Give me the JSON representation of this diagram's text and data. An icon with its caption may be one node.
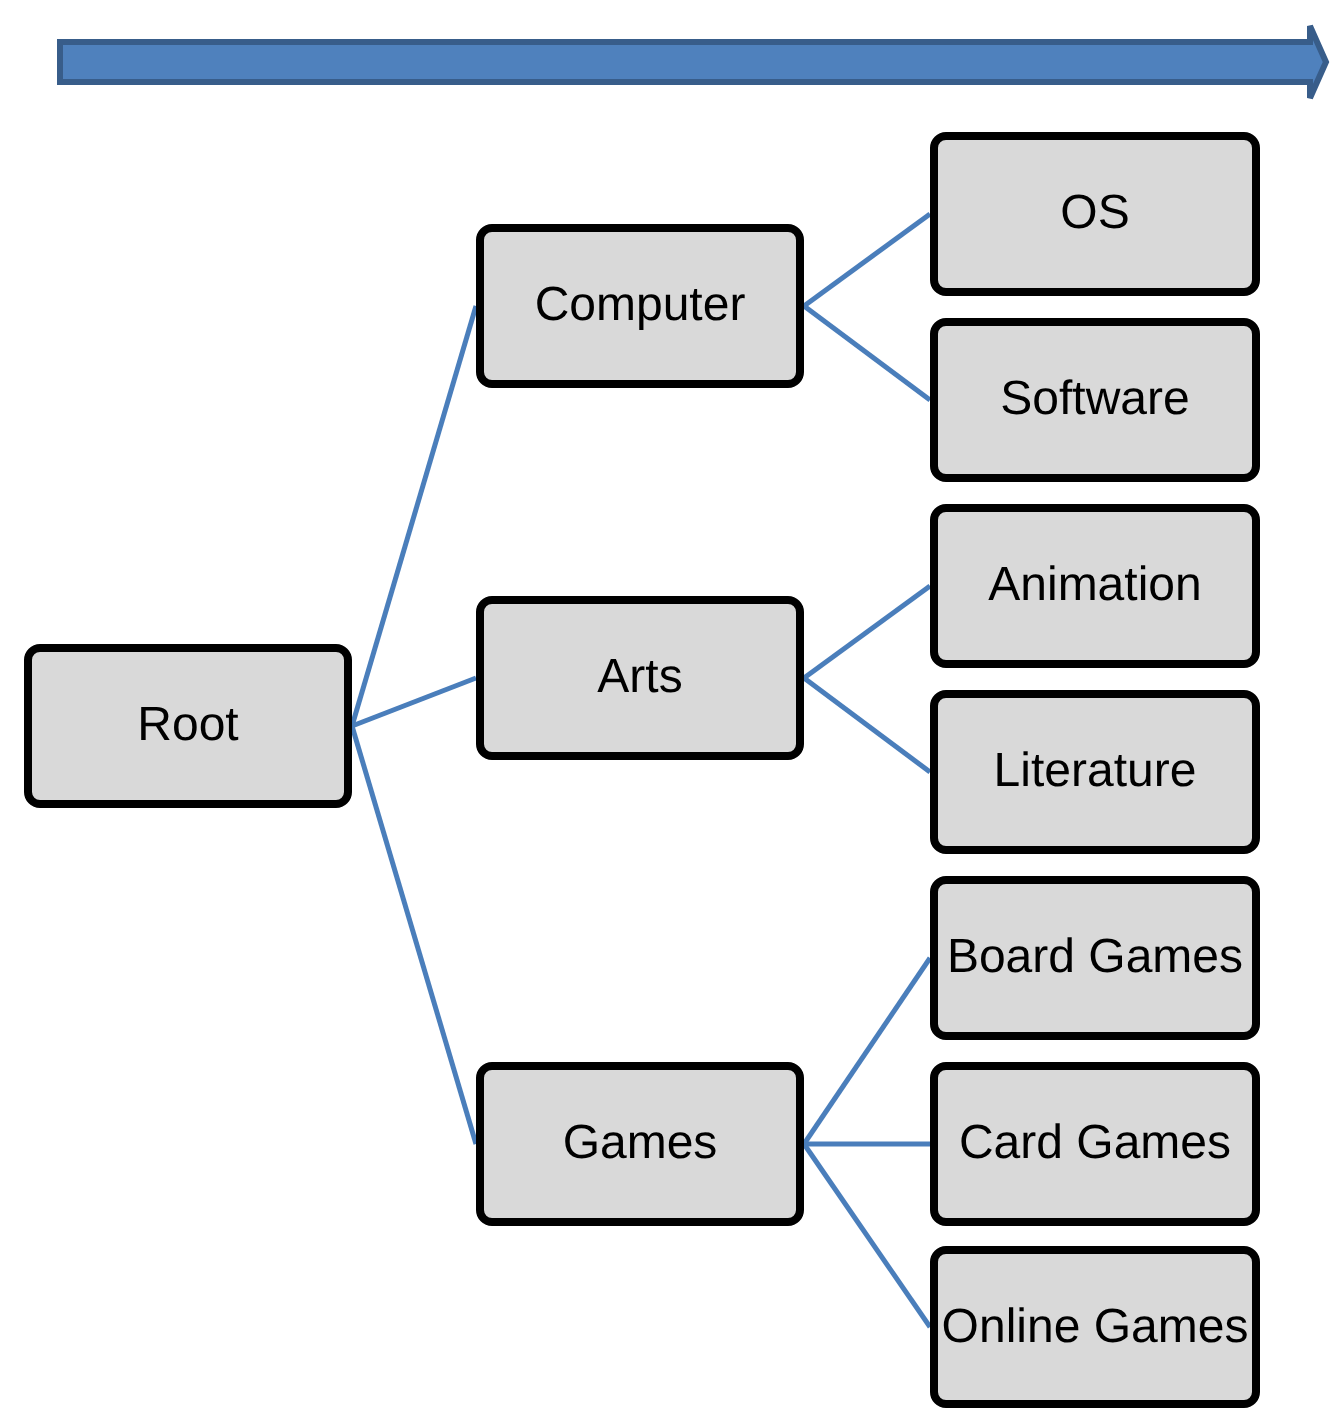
{
  "diagram": {
    "nodes": [
      {
        "text": [
          "Root"
        ]
      },
      {
        "text": [
          "Computer"
        ]
      },
      {
        "text": [
          "Arts"
        ]
      },
      {
        "text": [
          "Games"
        ]
      },
      {
        "text": [
          "OS"
        ]
      },
      {
        "text": [
          "Software"
        ]
      },
      {
        "text": [
          "Animation"
        ]
      },
      {
        "text": [
          "Literature"
        ]
      },
      {
        "text": [
          "Board Games"
        ]
      },
      {
        "text": [
          "Card Games"
        ]
      },
      {
        "text": [
          "Online Games"
        ]
      }
    ],
    "edges": [
      {
        "from": 0,
        "to": 1,
        "arrow": "none"
      },
      {
        "from": 0,
        "to": 2,
        "arrow": "none"
      },
      {
        "from": 0,
        "to": 3,
        "arrow": "none"
      },
      {
        "from": 1,
        "to": 4,
        "arrow": "none"
      },
      {
        "from": 1,
        "to": 5,
        "arrow": "none"
      },
      {
        "from": 2,
        "to": 6,
        "arrow": "none"
      },
      {
        "from": 2,
        "to": 7,
        "arrow": "none"
      },
      {
        "from": 3,
        "to": 8,
        "arrow": "none"
      },
      {
        "from": 3,
        "to": 9,
        "arrow": "none"
      },
      {
        "from": 3,
        "to": 10,
        "arrow": "none"
      }
    ]
  }
}
